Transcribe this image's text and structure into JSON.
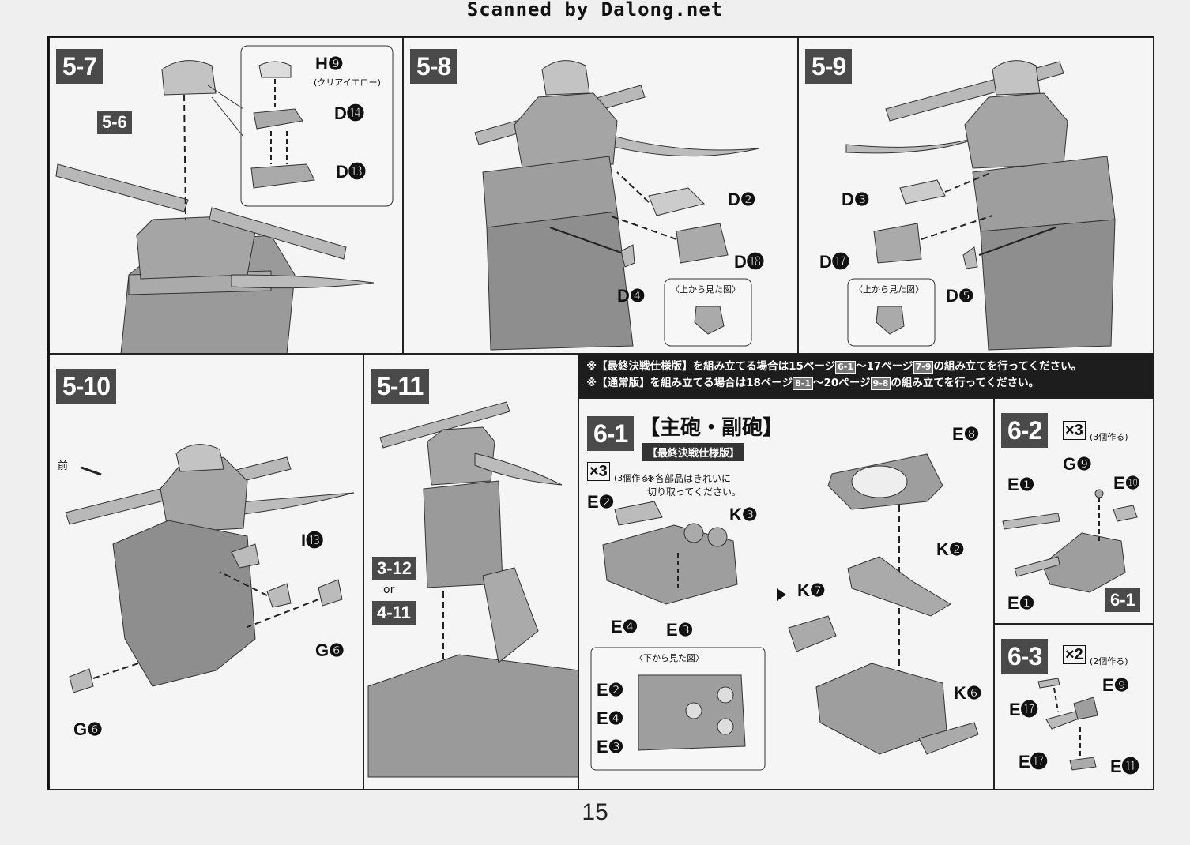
{
  "header": {
    "scanner_credit": "Scanned by Dalong.net"
  },
  "panels": {
    "p57": {
      "step": "5-7",
      "ref": "5-6",
      "parts": [
        "H❾",
        "D⓮",
        "D⓭"
      ],
      "note": "(クリアイエロー)"
    },
    "p58": {
      "step": "5-8",
      "parts": [
        "D❷",
        "D⓲",
        "D❹"
      ],
      "view_label": "〈上から見た図〉"
    },
    "p59": {
      "step": "5-9",
      "parts": [
        "D❸",
        "D⓱",
        "D❺"
      ],
      "view_label": "〈上から見た図〉"
    },
    "p510": {
      "step": "5-10",
      "front_label": "前",
      "parts": [
        "I⓭",
        "G❻",
        "G❻"
      ]
    },
    "p511": {
      "step": "5-11",
      "ref_a": "3-12",
      "or": "or",
      "ref_b": "4-11"
    }
  },
  "banner": {
    "line1_pre": "※【最終決戦仕様版】を組み立てる場合は15ページ",
    "line1_badge1": "6-1",
    "line1_mid": "～17ページ",
    "line1_badge2": "7-9",
    "line1_post": "の組み立てを行ってください。",
    "line2_pre": "※【通常版】を組み立てる場合は18ページ",
    "line2_badge1": "8-1",
    "line2_mid": "～20ページ",
    "line2_badge2": "9-8",
    "line2_post": "の組み立てを行ってください。"
  },
  "p61": {
    "step": "6-1",
    "title": "【主砲・副砲】",
    "subtitle": "【最終決戦仕様版】",
    "multiplier": "×3",
    "count_note": "(3個作る)",
    "caution": "※各部品はきれいに\n切り取ってください。",
    "parts_left": [
      "E❷",
      "K❸",
      "E❹",
      "E❸"
    ],
    "bottom_view_label": "〈下から見た図〉",
    "bottom_parts": [
      "E❷",
      "E❹",
      "E❸"
    ],
    "parts_right": [
      "E❽",
      "K❷",
      "K❼",
      "K❻"
    ]
  },
  "p62": {
    "step": "6-2",
    "multiplier": "×3",
    "count_note": "(3個作る)",
    "parts": [
      "G❾",
      "E❶",
      "E❿",
      "E❶"
    ],
    "ref": "6-1"
  },
  "p63": {
    "step": "6-3",
    "multiplier": "×2",
    "count_note": "(2個作る)",
    "parts": [
      "E❾",
      "E⓱",
      "E⓱",
      "E⓫"
    ]
  },
  "footer": {
    "page_number": "15"
  }
}
